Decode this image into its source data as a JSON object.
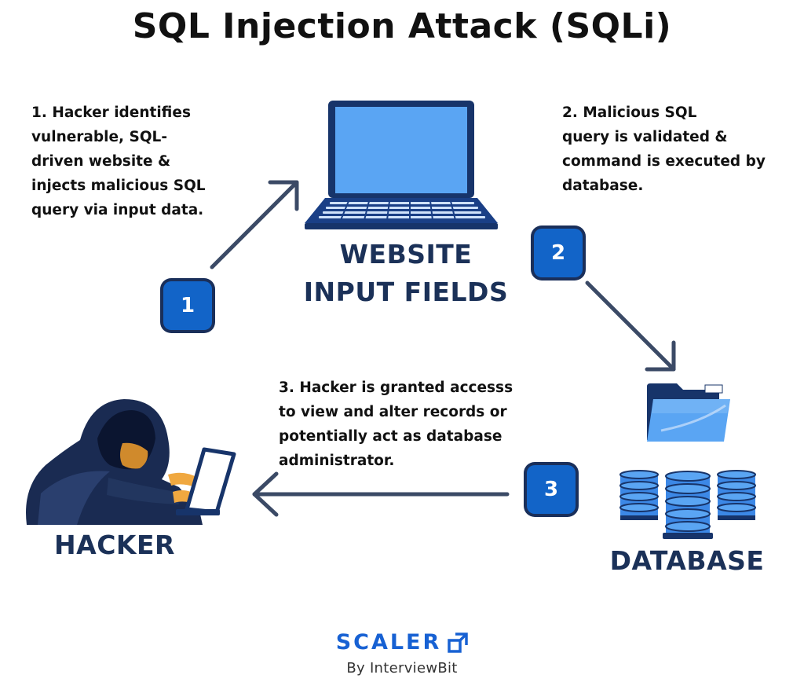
{
  "title": "SQL Injection Attack (SQLi)",
  "steps": [
    {
      "number": "1",
      "text": "1. Hacker identifies\nvulnerable, SQL-\ndriven website &\ninjects malicious SQL\nquery via input data."
    },
    {
      "number": "2",
      "text": "2. Malicious SQL\nquery is validated &\ncommand is executed by\ndatabase."
    },
    {
      "number": "3",
      "text": "3. Hacker is granted accesss\nto view and alter records or\npotentially act as database\nadministrator."
    }
  ],
  "nodes": {
    "website": "WEBSITE\nINPUT FIELDS",
    "hacker": "HACKER",
    "database": "DATABASE"
  },
  "branding": {
    "name": "SCALER",
    "tagline": "By InterviewBit"
  },
  "colors": {
    "badge_blue": "#1264c8",
    "badge_border": "#1a2f5a",
    "label_navy": "#1b3158",
    "arrow": "#3b4a66",
    "brand_blue": "#1761d3"
  },
  "icons": [
    "laptop-icon",
    "folder-icon",
    "database-icon",
    "hacker-illustration",
    "scaler-logo-icon"
  ]
}
